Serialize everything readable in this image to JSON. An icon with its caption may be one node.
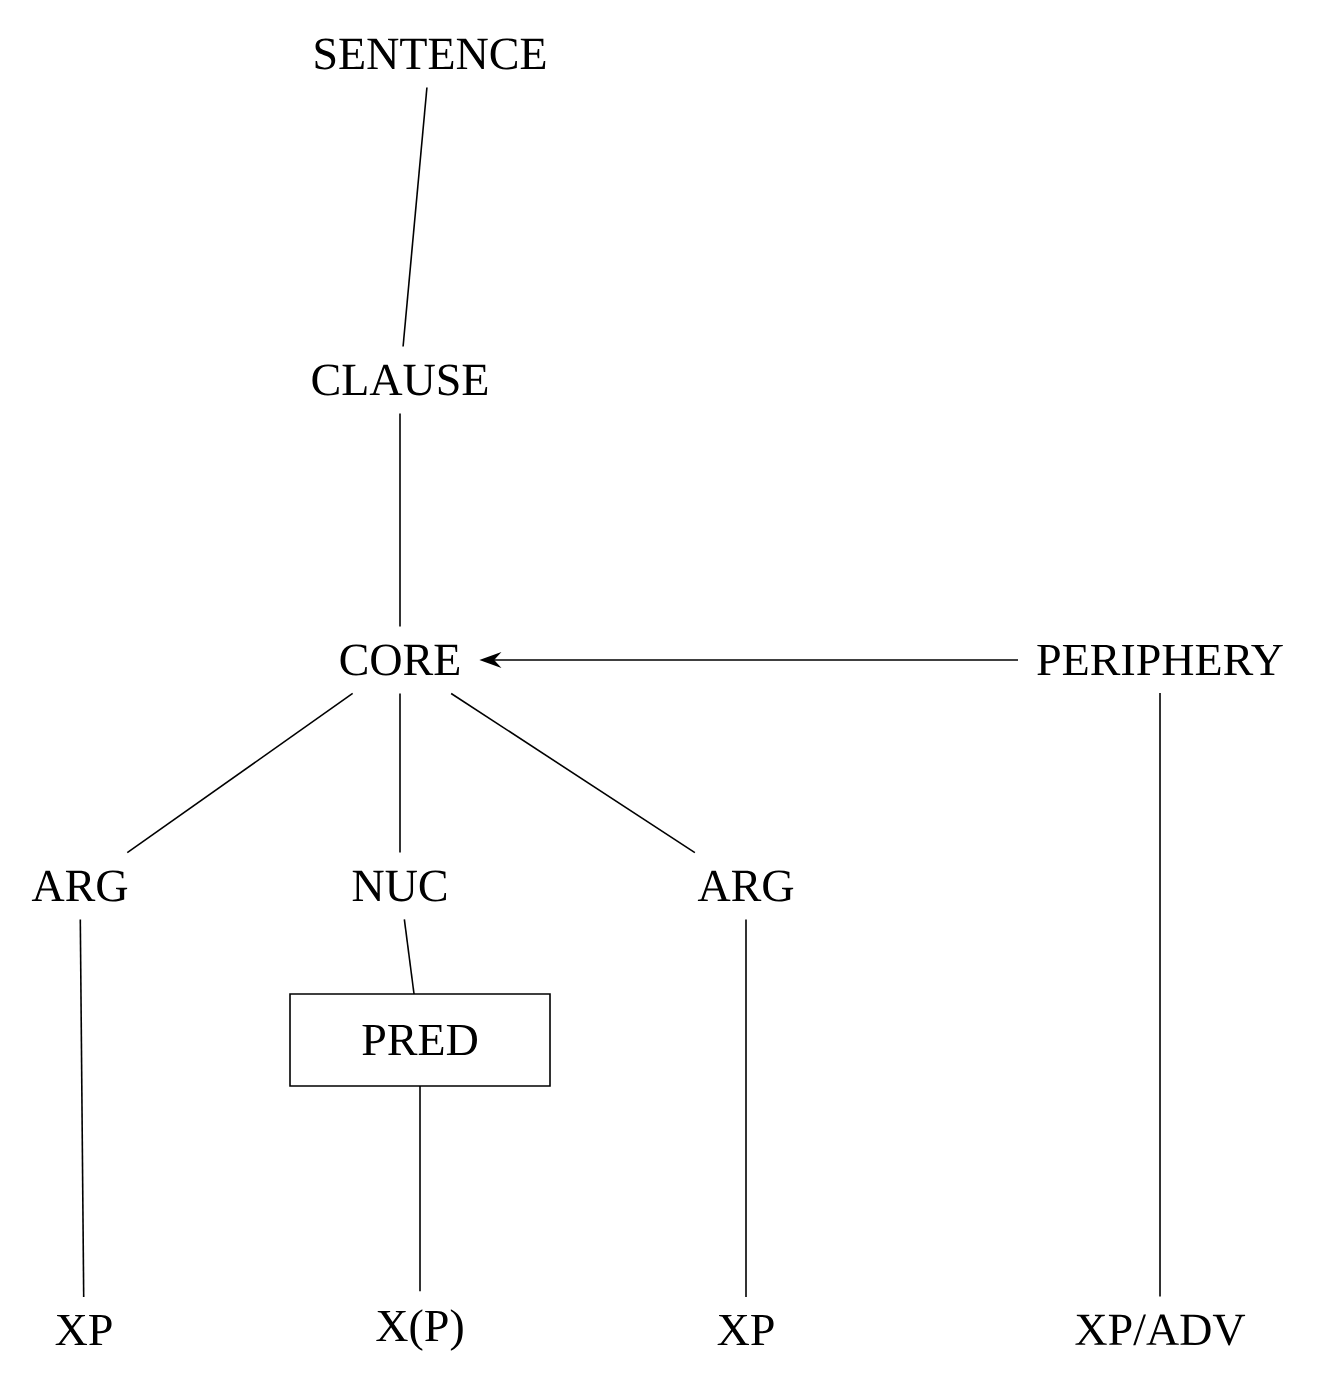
{
  "diagram": {
    "nodes": [
      {
        "text": [
          "SENTENCE"
        ]
      },
      {
        "text": [
          "CLAUSE"
        ]
      },
      {
        "text": [
          "CORE"
        ]
      },
      {
        "text": [
          "PERIPHERY"
        ]
      },
      {
        "text": [
          "ARG"
        ]
      },
      {
        "text": [
          "NUC"
        ]
      },
      {
        "text": [
          "ARG"
        ]
      },
      {
        "text": [
          "PRED"
        ]
      },
      {
        "text": [
          "XP"
        ]
      },
      {
        "text": [
          "X(P)"
        ]
      },
      {
        "text": [
          "XP"
        ]
      },
      {
        "text": [
          "XP/ADV"
        ]
      }
    ],
    "edges": [
      {
        "from": 0,
        "to": 1,
        "arrow": "none"
      },
      {
        "from": 1,
        "to": 2,
        "arrow": "none"
      },
      {
        "from": 3,
        "to": 2,
        "arrow": "to"
      },
      {
        "from": 2,
        "to": 4,
        "arrow": "none"
      },
      {
        "from": 2,
        "to": 5,
        "arrow": "none"
      },
      {
        "from": 2,
        "to": 6,
        "arrow": "none"
      },
      {
        "from": 4,
        "to": 8,
        "arrow": "none"
      },
      {
        "from": 5,
        "to": 7,
        "arrow": "none"
      },
      {
        "from": 7,
        "to": 9,
        "arrow": "none"
      },
      {
        "from": 6,
        "to": 10,
        "arrow": "none"
      },
      {
        "from": 3,
        "to": 11,
        "arrow": "none"
      }
    ]
  }
}
